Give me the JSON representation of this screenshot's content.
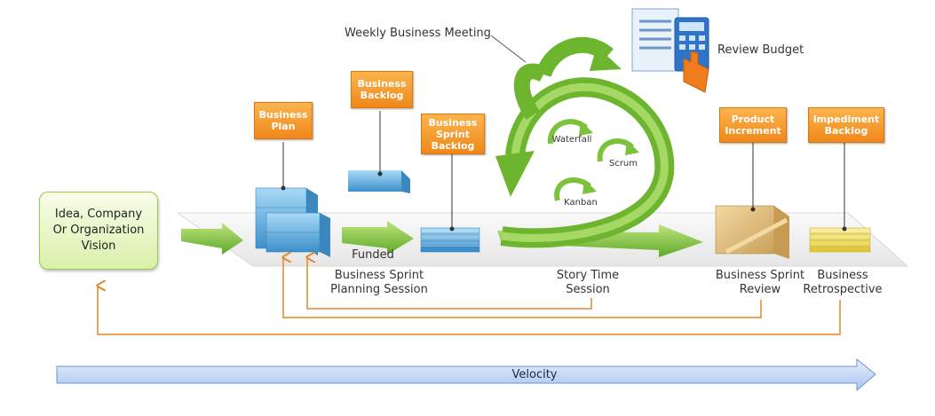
{
  "vision": {
    "line1": "Idea, Company",
    "line2": "Or Organization",
    "line3": "Vision"
  },
  "weekly_meeting": "Weekly Business Meeting",
  "review_budget": "Review Budget",
  "boxes": {
    "business_plan": {
      "line1": "Business",
      "line2": "Plan"
    },
    "business_backlog": {
      "line1": "Business",
      "line2": "Backlog"
    },
    "sprint_backlog": {
      "line1": "Business",
      "line2": "Sprint",
      "line3": "Backlog"
    },
    "product_increment": {
      "line1": "Product",
      "line2": "Increment"
    },
    "impediment_backlog": {
      "line1": "Impediment",
      "line2": "Backlog"
    }
  },
  "cycle": {
    "waterfall": "Waterfall",
    "scrum": "Scrum",
    "kanban": "Kanban"
  },
  "labels": {
    "funded": "Funded",
    "planning": {
      "line1": "Business Sprint",
      "line2": "Planning Session"
    },
    "story_time": {
      "line1": "Story Time",
      "line2": "Session"
    },
    "sprint_review": {
      "line1": "Business Sprint",
      "line2": "Review"
    },
    "retrospective": {
      "line1": "Business",
      "line2": "Retrospective"
    }
  },
  "velocity": "Velocity",
  "colors": {
    "accent_orange": "#f28c1e",
    "green": "#7cc23c",
    "blue": "#4fa3d9",
    "feedback_line": "#e0892c",
    "velocity_fill": "#c9dcf7"
  }
}
